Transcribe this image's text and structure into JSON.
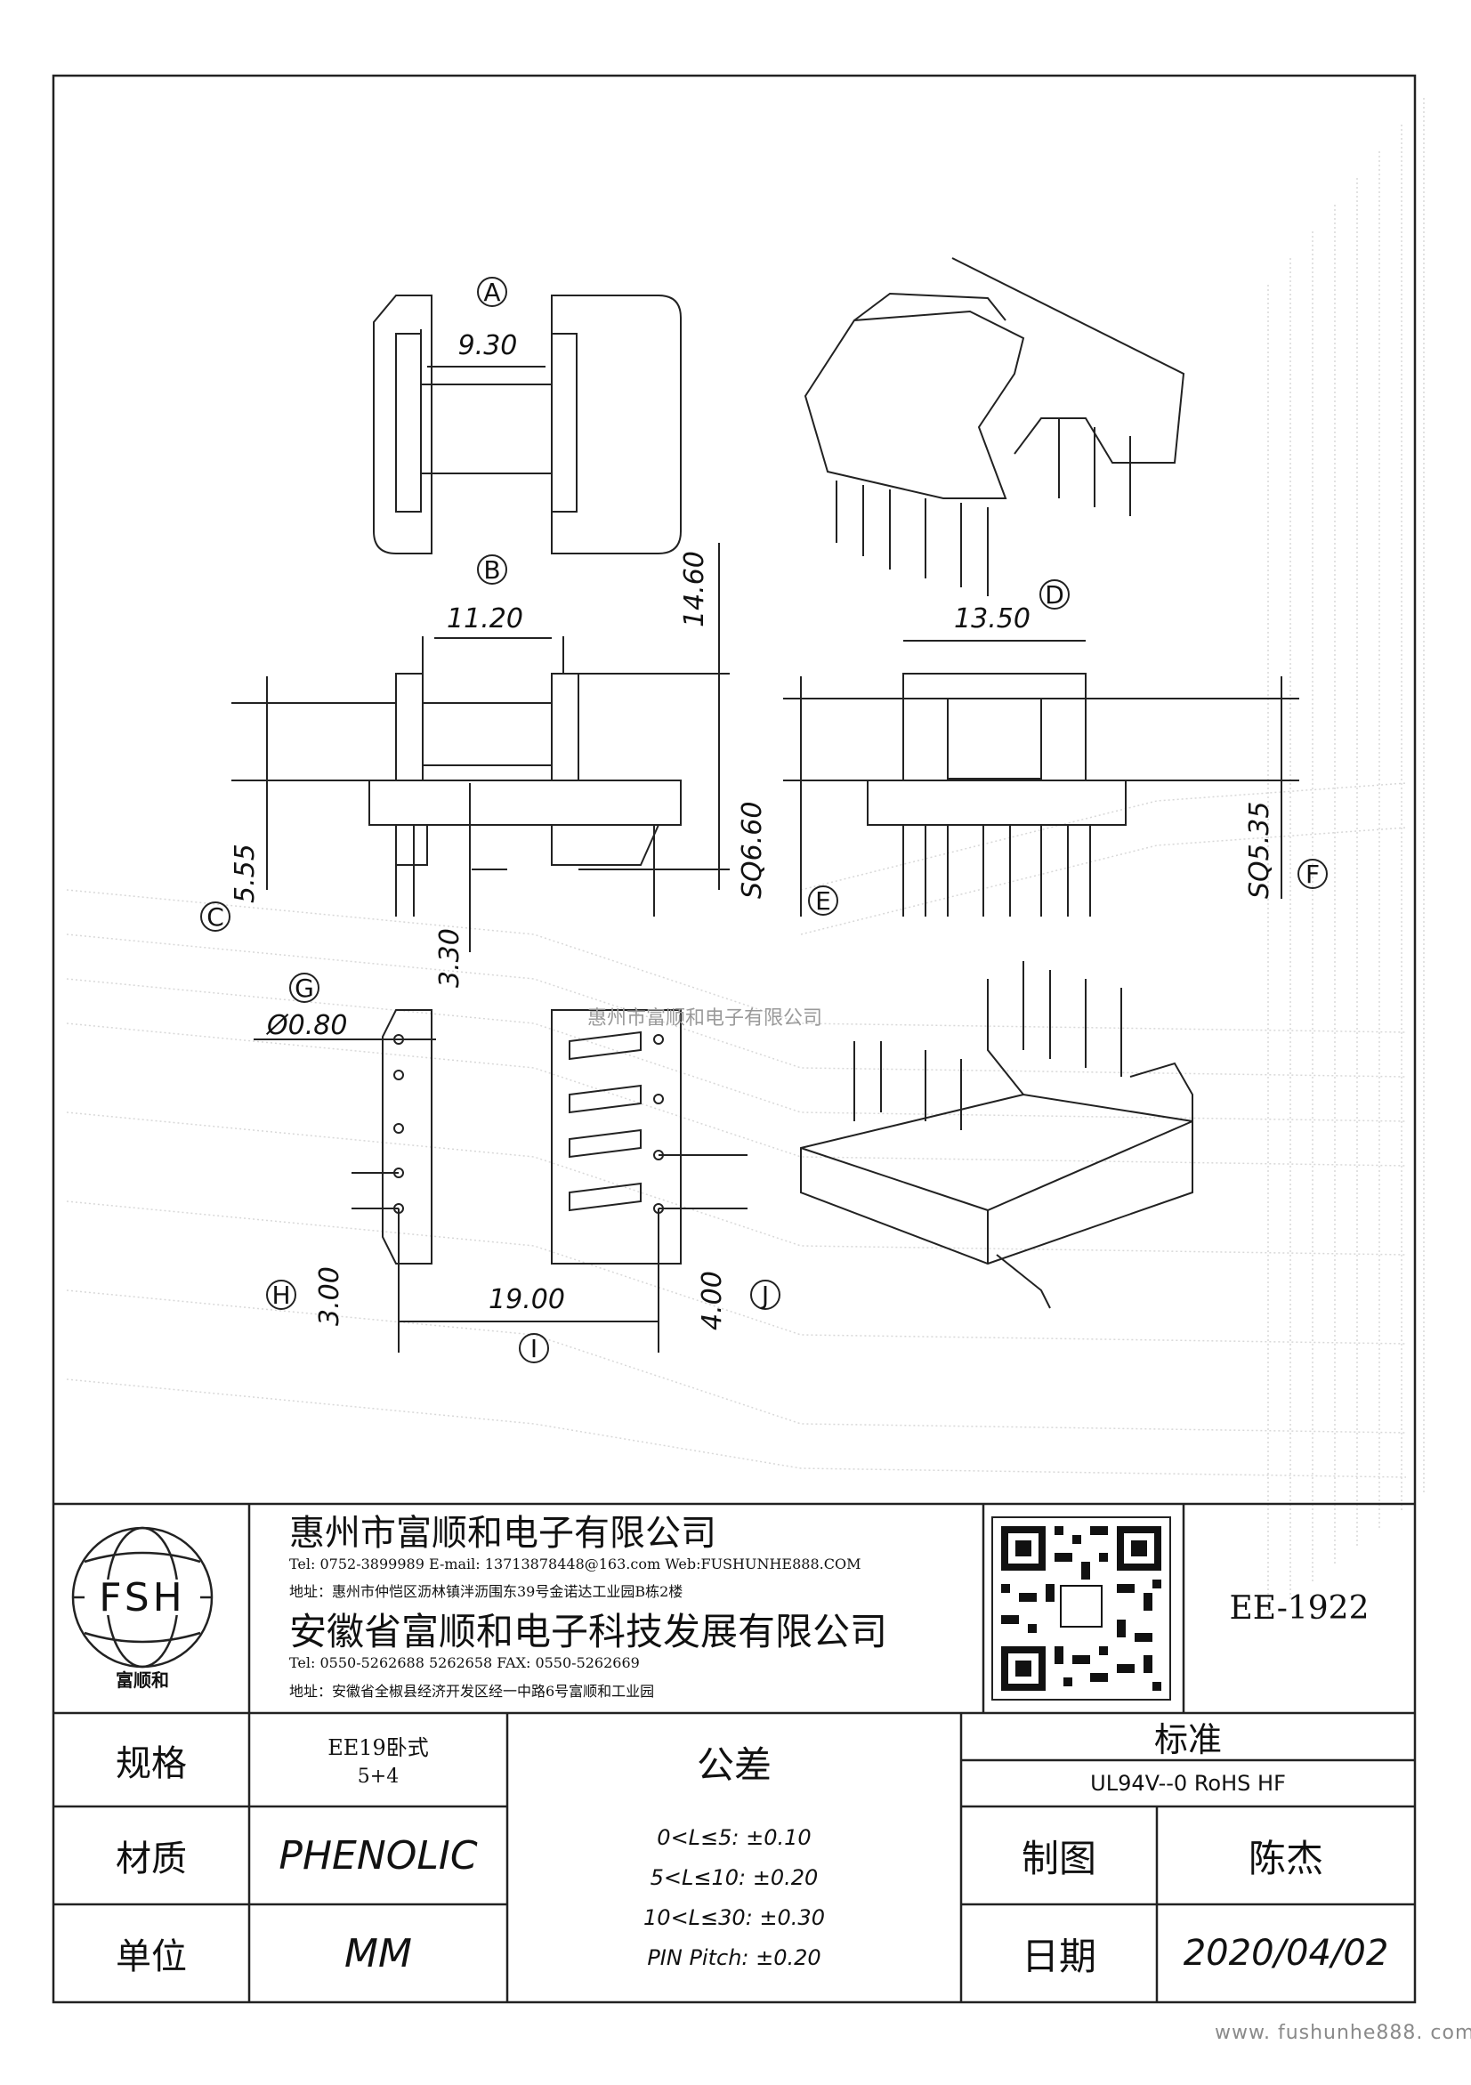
{
  "view_A": {
    "label": "A",
    "dim": "9.30"
  },
  "view_B": {
    "label": "B",
    "dim_width": "11.20",
    "dim_height": "14.60",
    "dim_sq": "SQ6.60",
    "dim_left": "5.55",
    "dim_pin": "3.30"
  },
  "view_C": {
    "label": "C"
  },
  "view_D": {
    "label": "D",
    "dim_width": "13.50"
  },
  "view_E": {
    "label": "E"
  },
  "view_F": {
    "label": "F",
    "dim_sq": "SQ5.35"
  },
  "view_G": {
    "label": "G",
    "dim_dia": "Ø0.80"
  },
  "view_H": {
    "label": "H",
    "dim": "3.00"
  },
  "view_I": {
    "label": "I",
    "dim": "19.00"
  },
  "view_J": {
    "label": "J",
    "dim": "4.00"
  },
  "watermark_center": "惠州市富顺和电子有限公司",
  "title_block": {
    "logo_letters": "FSH",
    "logo_caption": "富顺和",
    "company1": {
      "name": "惠州市富顺和电子有限公司",
      "contact": "Tel:   0752-3899989   E-mail: 13713878448@163.com   Web:FUSHUNHE888.COM",
      "address": "地址：惠州市仲恺区沥林镇泮沥围东39号金诺达工业园B栋2楼"
    },
    "company2": {
      "name": "安徽省富顺和电子科技发展有限公司",
      "contact": "Tel:   0550-5262688   5262658        FAX:  0550-5262669",
      "address": "地址：安徽省全椒县经济开发区经一中路6号富顺和工业园"
    },
    "part_number": "EE-1922",
    "spec_label": "规格",
    "spec_value_1": "EE19卧式",
    "spec_value_2": "5+4",
    "material_label": "材质",
    "material_value": "PHENOLIC",
    "unit_label": "单位",
    "unit_value": "MM",
    "tolerance_label": "公差",
    "tolerances": [
      "0<L≤5: ±0.10",
      "5<L≤10: ±0.20",
      "10<L≤30: ±0.30",
      "PIN Pitch: ±0.20"
    ],
    "standard_label": "标准",
    "standard_value": "UL94V--0  RoHS HF",
    "drawn_label": "制图",
    "drawn_value": "陈杰",
    "date_label": "日期",
    "date_value": "2020/04/02"
  },
  "footer_url": "www. fushunhe888. com"
}
